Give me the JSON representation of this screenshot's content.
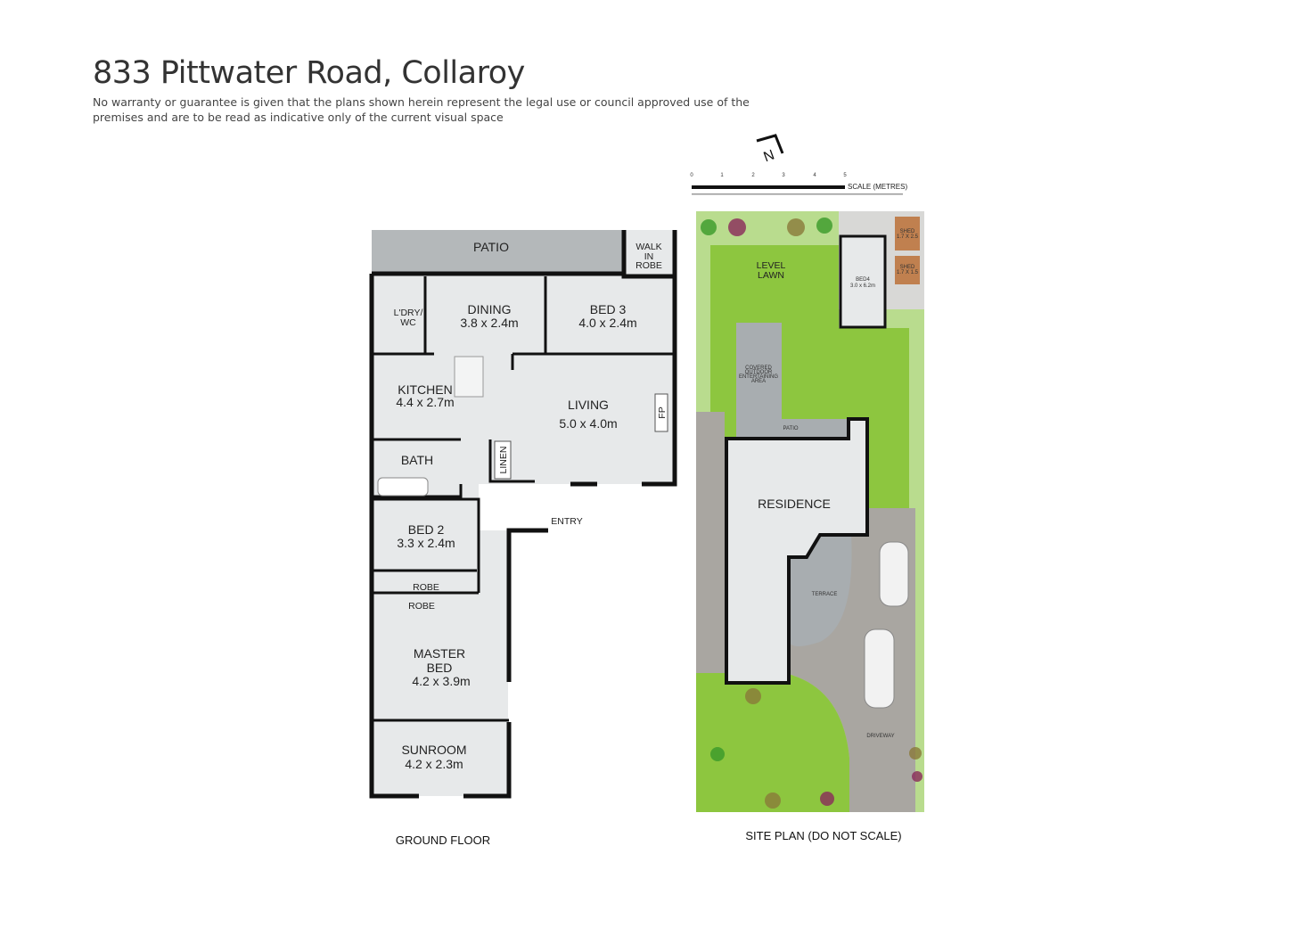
{
  "header": {
    "title": "833 Pittwater Road, Collaroy",
    "disclaimer": "No warranty or guarantee is given that the plans shown herein represent the legal use or council approved use of the premises and are to be read as indicative only of the current visual space"
  },
  "floor_plan": {
    "caption": "GROUND FLOOR",
    "rooms": {
      "patio": "PATIO",
      "walk_in_robe": [
        "WALK",
        "IN",
        "ROBE"
      ],
      "laundry": [
        "L'DRY/",
        "WC"
      ],
      "dining": {
        "name": "DINING",
        "size": "3.8 x 2.4m"
      },
      "bed3": {
        "name": "BED 3",
        "size": "4.0 x 2.4m"
      },
      "kitchen": {
        "name": "KITCHEN",
        "size": "4.4 x 2.7m"
      },
      "living": {
        "name": "LIVING",
        "size": "5.0 x 4.0m"
      },
      "fp": "FP",
      "bath": "BATH",
      "linen": "LINEN",
      "entry": "ENTRY",
      "bed2": {
        "name": "BED 2",
        "size": "3.3 x 2.4m"
      },
      "robe1": "ROBE",
      "robe2": "ROBE",
      "master": {
        "name": [
          "MASTER",
          "BED"
        ],
        "size": "4.2 x 3.9m"
      },
      "sunroom": {
        "name": "SUNROOM",
        "size": "4.2 x 2.3m"
      }
    }
  },
  "site_plan": {
    "caption": "SITE PLAN (DO NOT SCALE)",
    "scale": {
      "ticks": [
        "0",
        "1",
        "2",
        "3",
        "4",
        "5"
      ],
      "label": "SCALE (METRES)"
    },
    "labels": {
      "lawn": [
        "LEVEL",
        "LAWN"
      ],
      "bed4": {
        "name": "BED4",
        "size": "3.0 x 6.2m"
      },
      "shed1": {
        "name": "SHED",
        "size": "1.7 X 2.5"
      },
      "shed2": {
        "name": "SHED",
        "size": "1.7 X 1.5"
      },
      "covered": [
        "COVERED",
        "OUTDOOR",
        "ENTERTAINING",
        "AREA"
      ],
      "patio": "PATIO",
      "residence": "RESIDENCE",
      "terrace": "TERRACE",
      "driveway": "DRIVEWAY"
    }
  },
  "colors": {
    "lawn": "#8dc63f",
    "garden": "#b9dc8e",
    "paving": "#a9a6a1",
    "room": "#e7e9ea",
    "patio": "#b4b8ba",
    "shed": "#c0804f"
  }
}
